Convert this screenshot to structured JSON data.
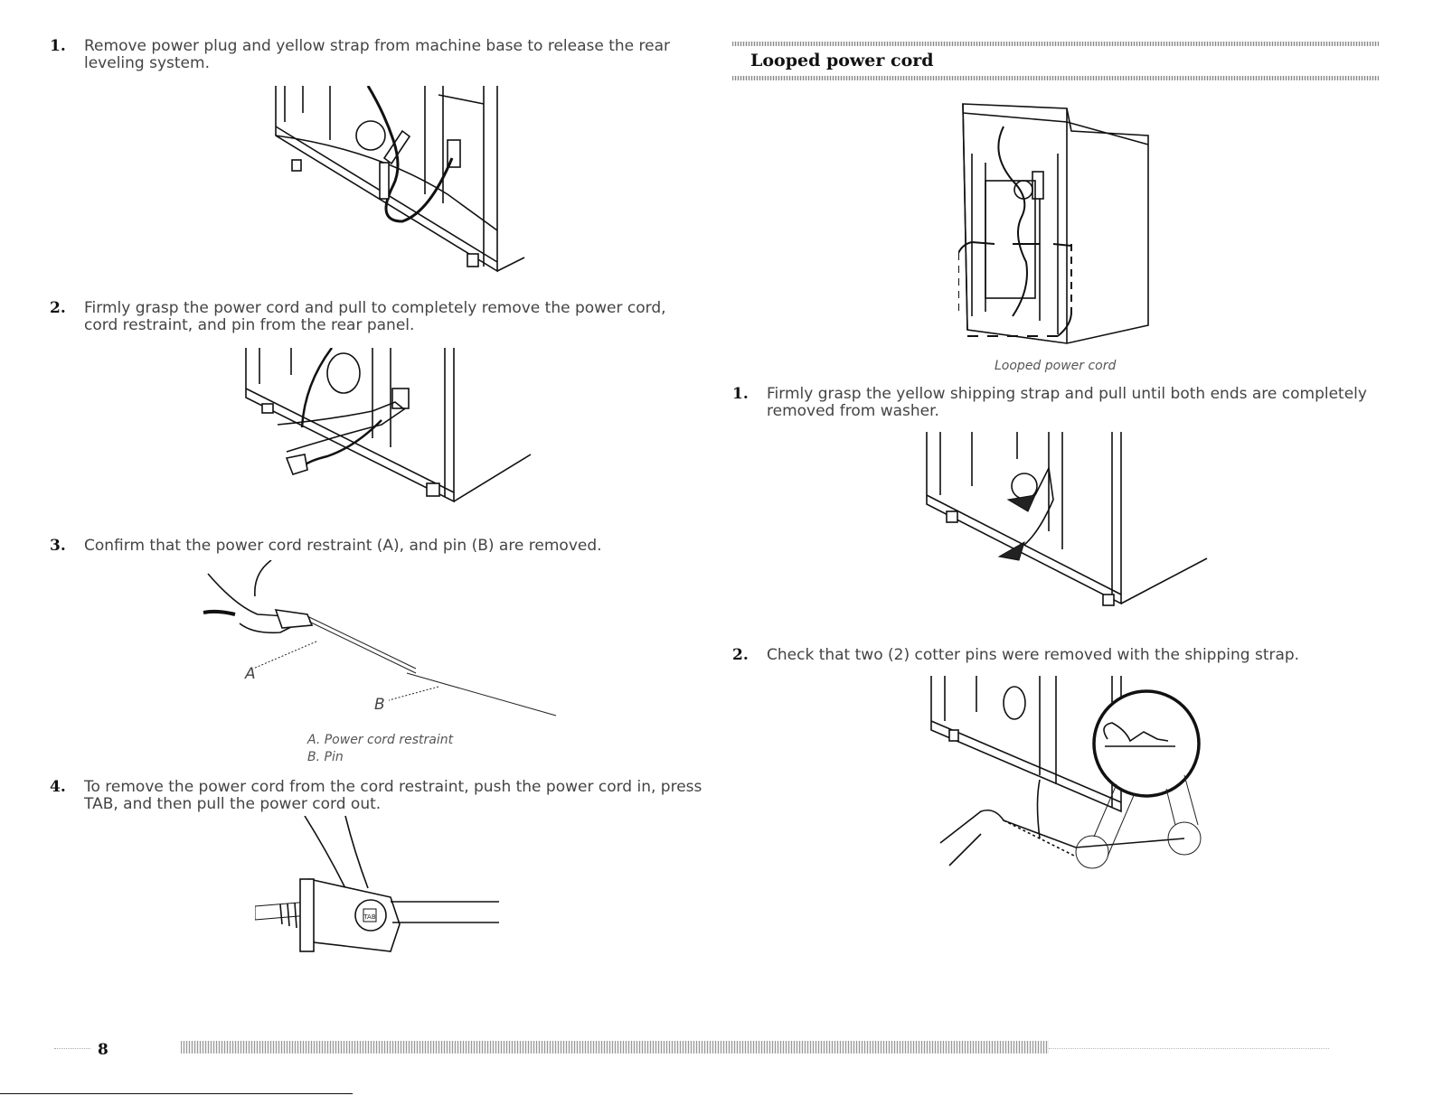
{
  "page_number": "8",
  "left_steps": [
    {
      "num": "1.",
      "text": "Remove power plug and yellow strap from machine base to release the rear leveling system."
    },
    {
      "num": "2.",
      "text": "Firmly grasp the power cord and pull to completely remove the power cord, cord restraint, and pin from the rear panel."
    },
    {
      "num": "3.",
      "text": "Confirm that the power cord restraint (A), and pin (B) are removed."
    },
    {
      "num": "4.",
      "text": "To remove the power cord from the cord restraint, push the power cord in, press TAB, and then pull the power cord out."
    }
  ],
  "figure3": {
    "label_a": "A",
    "label_b": "B",
    "caption_a": "A. Power cord restraint",
    "caption_b": "B. Pin"
  },
  "figure4": {
    "tab_label": "TAB"
  },
  "right_section": {
    "heading": "Looped power cord",
    "figure_caption": "Looped power cord",
    "steps": [
      {
        "num": "1.",
        "text": "Firmly grasp the yellow shipping strap and pull until both ends are completely removed from washer."
      },
      {
        "num": "2.",
        "text": "Check that two (2) cotter pins were removed with the shipping strap."
      }
    ]
  }
}
